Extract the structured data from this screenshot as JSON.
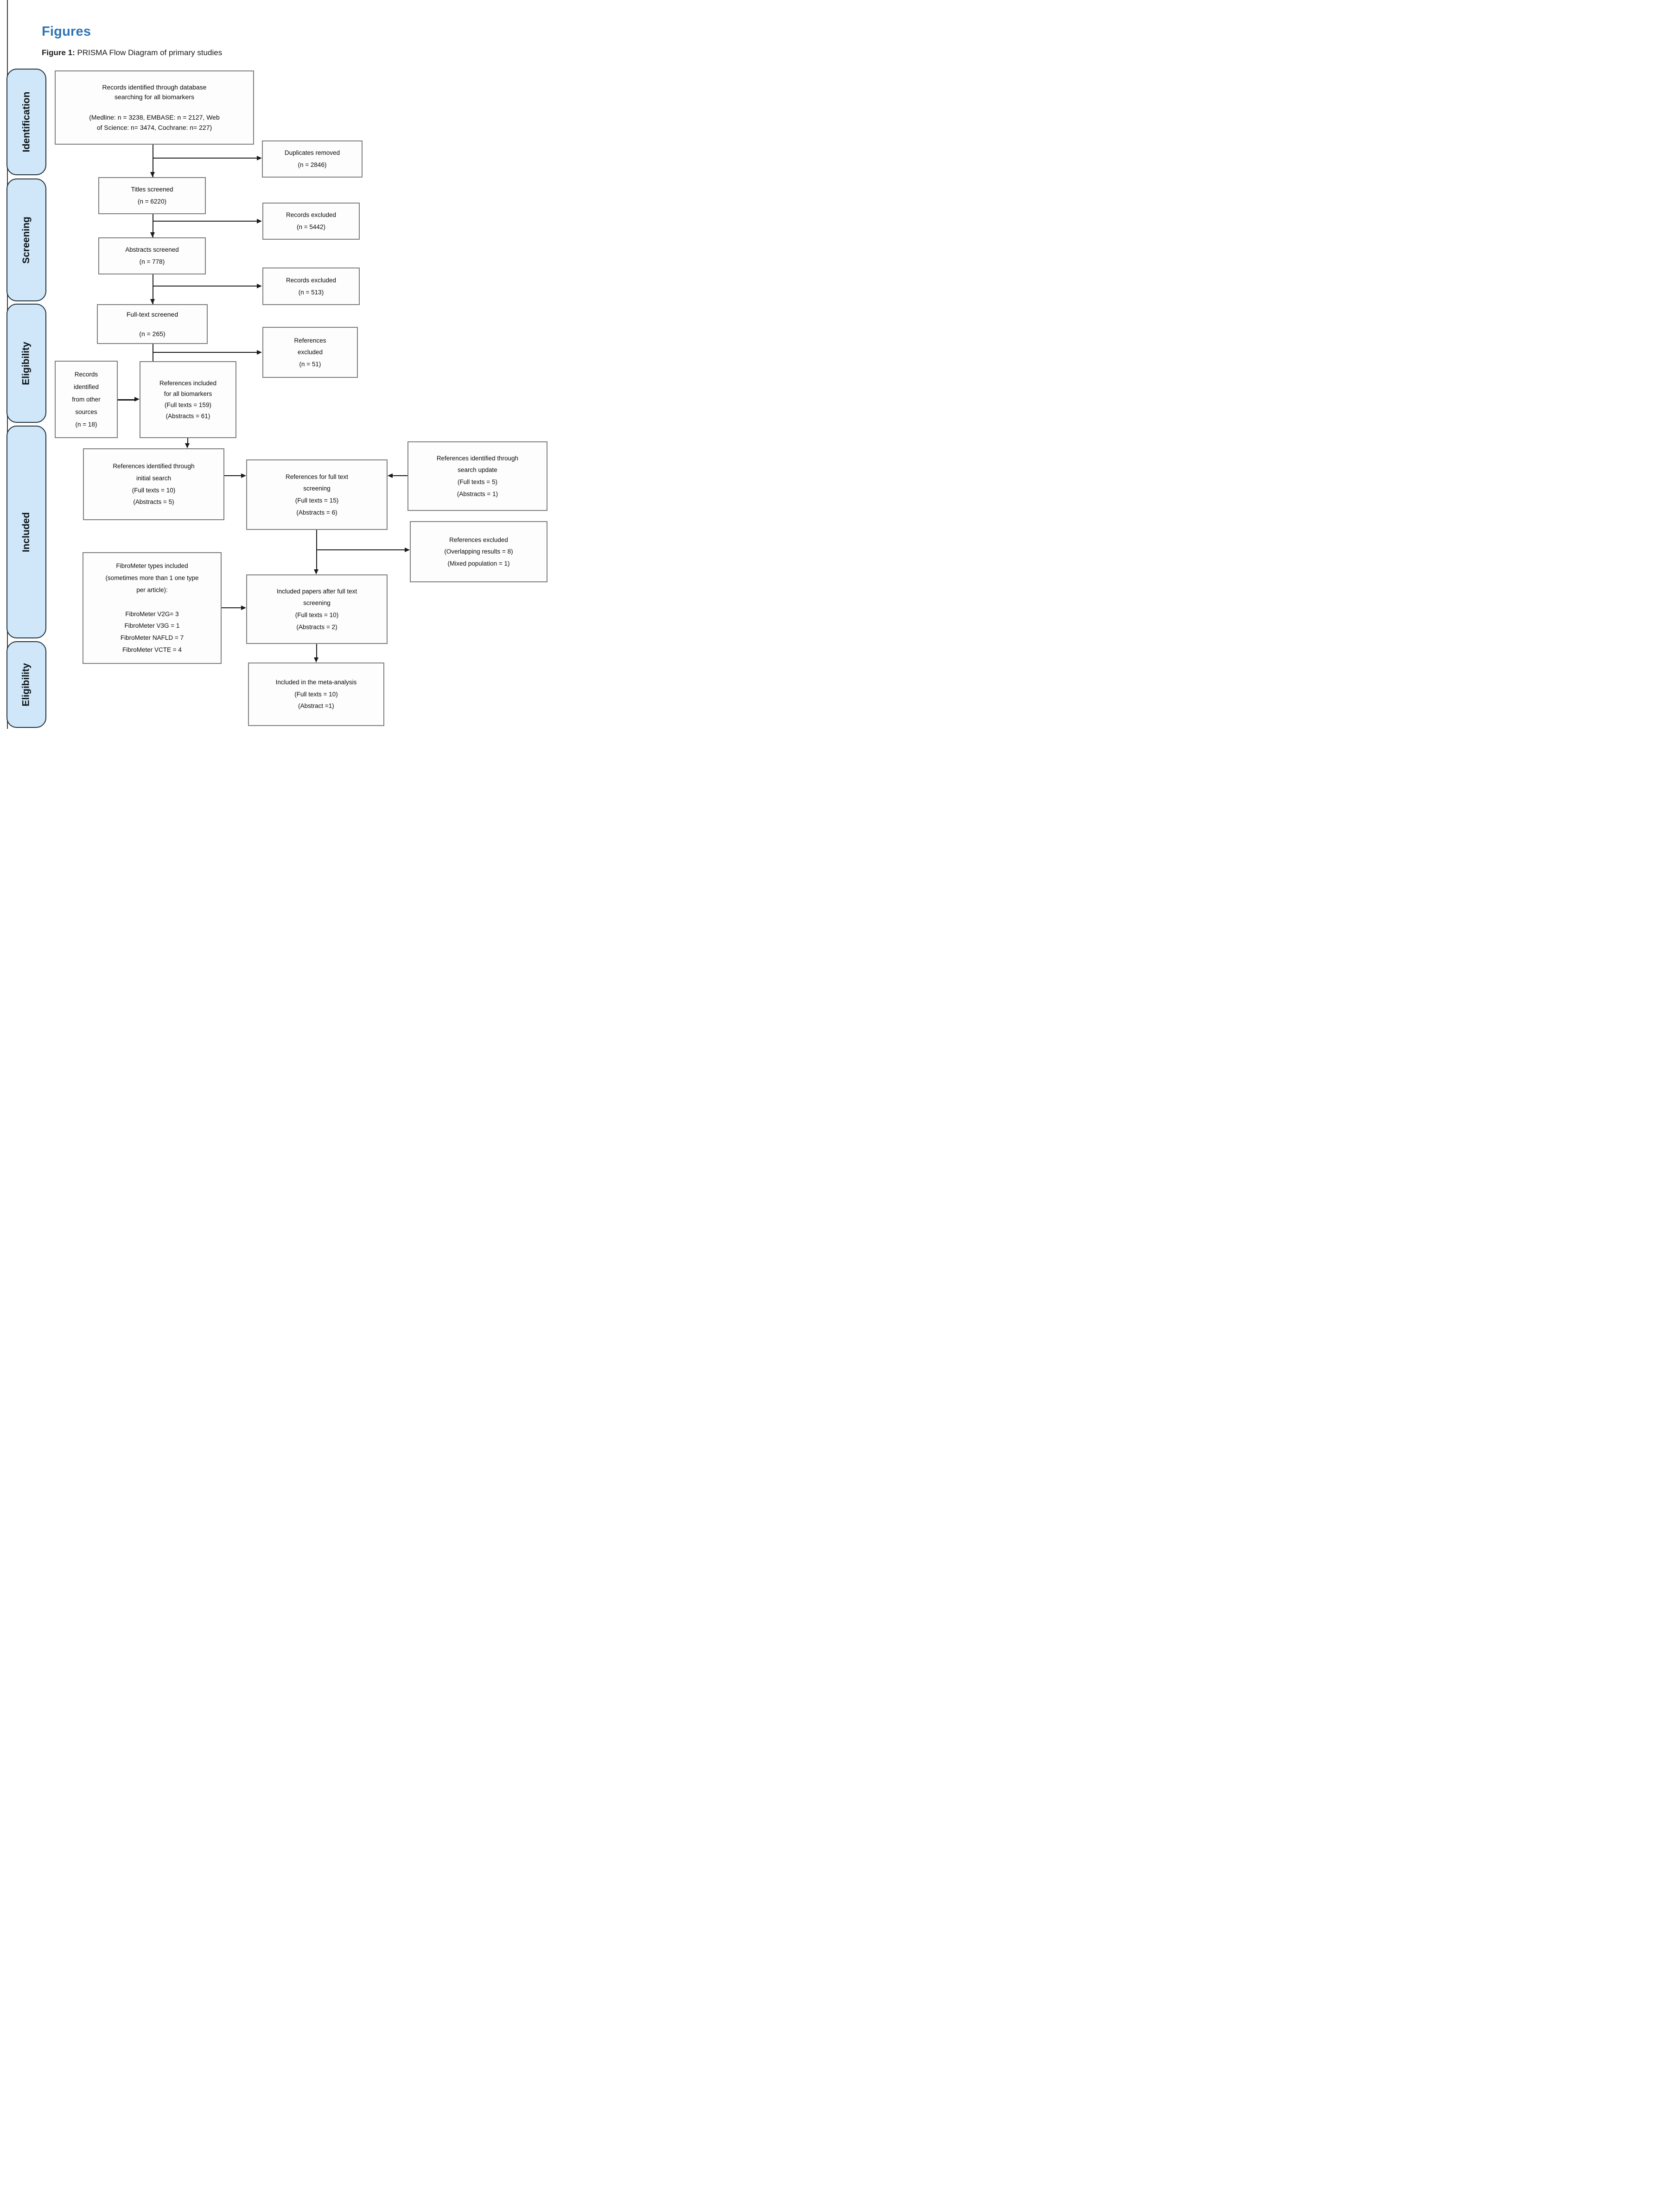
{
  "page": {
    "title": "Figures",
    "figure_label": "Figure 1:",
    "figure_caption": "PRISMA Flow Diagram of primary studies"
  },
  "sidebar": {
    "stages": [
      {
        "label": "Identification"
      },
      {
        "label": "Screening"
      },
      {
        "label": "Eligibility"
      },
      {
        "label": "Included"
      },
      {
        "label": "Eligibility"
      }
    ]
  },
  "boxes": {
    "records_identified": {
      "text": "Records identified through database\nsearching for all biomarkers\n\n(Medline: n = 3238, EMBASE: n = 2127, Web\nof Science: n= 3474, Cochrane: n= 227)"
    },
    "duplicates_removed": {
      "text": "Duplicates removed\n(n = 2846)"
    },
    "titles_screened": {
      "text": "Titles screened\n(n = 6220)"
    },
    "records_excluded_titles": {
      "text": "Records excluded\n(n = 5442)"
    },
    "abstracts_screened": {
      "text": "Abstracts screened\n(n = 778)"
    },
    "records_excluded_abstracts": {
      "text": "Records excluded\n(n = 513)"
    },
    "full_text_screened": {
      "text": "Full-text screened\n\n(n = 265)"
    },
    "references_excluded": {
      "text": "References\nexcluded\n(n = 51)"
    },
    "records_other_sources": {
      "text": "Records\nidentified\nfrom other\nsources\n(n = 18)"
    },
    "references_included": {
      "text": "References included\nfor all biomarkers\n(Full texts = 159)\n(Abstracts = 61)"
    },
    "refs_initial_search": {
      "text": "References identified through\ninitial search\n(Full texts = 10)\n(Abstracts = 5)"
    },
    "refs_full_text_screening": {
      "text": "References for full text\nscreening\n(Full texts = 15)\n(Abstracts = 6)"
    },
    "refs_search_update": {
      "text": "References identified through\nsearch update\n(Full texts = 5)\n(Abstracts = 1)"
    },
    "refs_excluded_overlap": {
      "text": "References excluded\n(Overlapping results = 8)\n(Mixed population = 1)"
    },
    "fibrometer_types": {
      "text": "FibroMeter types included\n(sometimes more than 1 one type\nper article):\n\nFibroMeter V2G= 3\nFibroMeter V3G = 1\nFibroMeter NAFLD = 7\nFibroMeter VCTE = 4"
    },
    "included_papers": {
      "text": "Included papers after full text\nscreening\n(Full texts = 10)\n(Abstracts = 2)"
    },
    "included_meta_analysis": {
      "text": "Included in the meta-analysis\n(Full texts = 10)\n(Abstract =1)"
    }
  },
  "colors": {
    "heading_blue": "#2E74B5",
    "stage_fill": "#CFE7F8",
    "stage_border": "#23313D",
    "box_border": "#7F7F7F",
    "arrow": "#1A1A1A"
  }
}
